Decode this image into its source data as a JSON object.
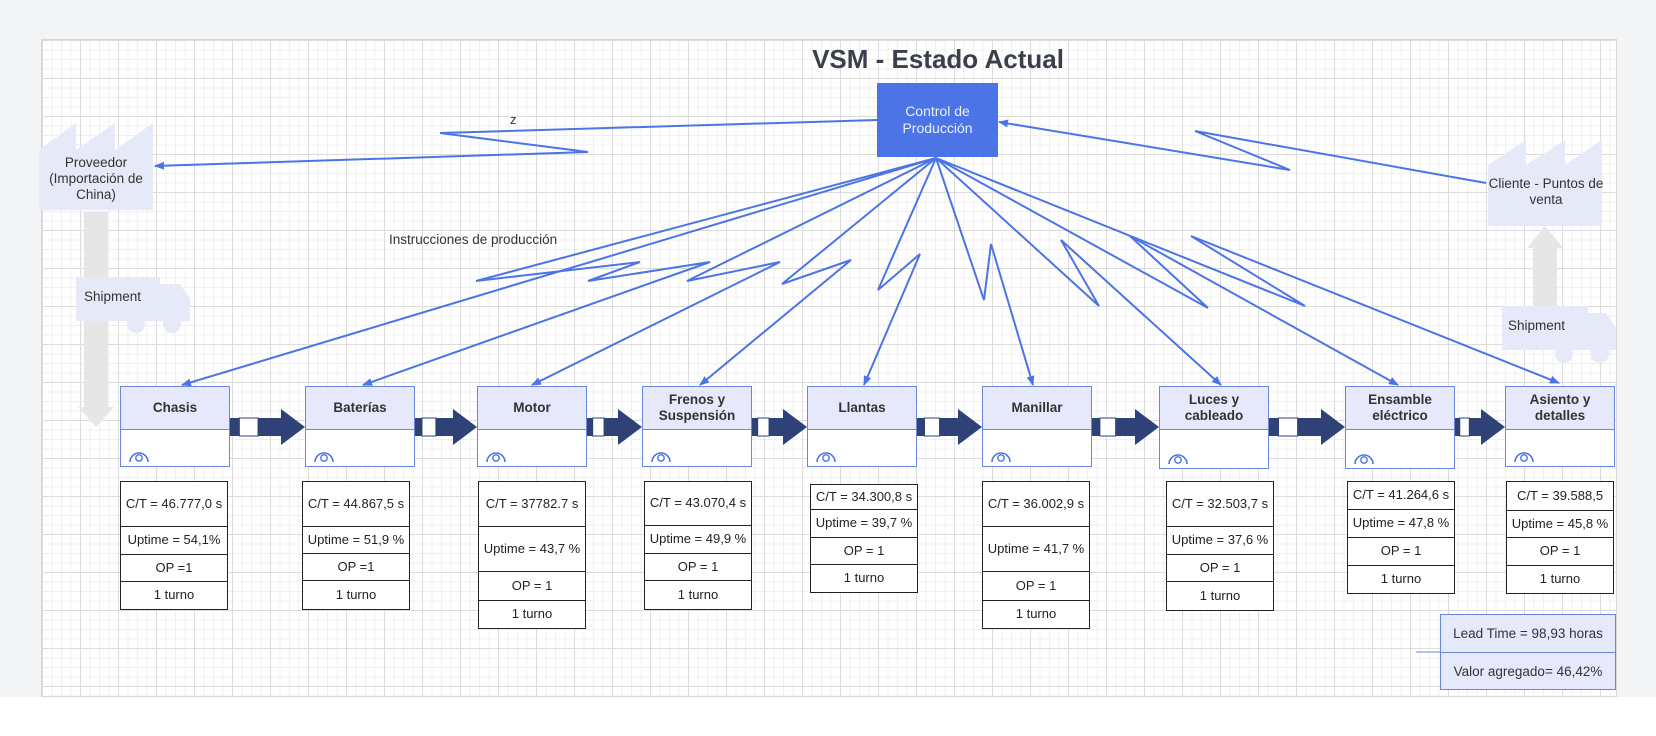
{
  "title": "VSM - Estado Actual",
  "control": {
    "label_line1": "Control de",
    "label_line2": "Producción"
  },
  "supplier": {
    "label": "Proveedor (Importación de China)"
  },
  "customer": {
    "label": "Cliente - Puntos de venta"
  },
  "shipment_left": "Shipment",
  "shipment_right": "Shipment",
  "z_label": "z",
  "instructions_label": "Instrucciones de producción",
  "processes": [
    {
      "name": "Chasis",
      "data": [
        "C/T = 46.777,0 s",
        "Uptime = 54,1%",
        "OP =1",
        "1 turno"
      ]
    },
    {
      "name": "Baterías",
      "data": [
        "C/T = 44.867,5 s",
        "Uptime = 51,9 %",
        "OP =1",
        "1 turno"
      ]
    },
    {
      "name": "Motor",
      "data": [
        "C/T = 37782.7 s",
        "Uptime = 43,7 %",
        "OP = 1",
        "1 turno"
      ]
    },
    {
      "name": "Frenos y Suspensión",
      "data": [
        "C/T = 43.070,4 s",
        "Uptime = 49,9 %",
        "OP = 1",
        "1 turno"
      ]
    },
    {
      "name": "Llantas",
      "data": [
        "C/T = 34.300,8 s",
        "Uptime = 39,7 %",
        "OP = 1",
        "1 turno"
      ]
    },
    {
      "name": "Manillar",
      "data": [
        "C/T = 36.002,9 s",
        "Uptime = 41,7 %",
        "OP = 1",
        "1 turno"
      ]
    },
    {
      "name": "Luces y cableado",
      "data": [
        "C/T =  32.503,7 s",
        "Uptime = 37,6 %",
        "OP = 1",
        "1 turno"
      ]
    },
    {
      "name": "Ensamble eléctrico",
      "data": [
        "C/T = 41.264,6 s",
        "Uptime = 47,8 %",
        "OP = 1",
        "1 turno"
      ]
    },
    {
      "name": "Asiento y detalles",
      "data": [
        "C/T = 39.588,5",
        "Uptime = 45,8 %",
        "OP = 1",
        "1 turno"
      ]
    }
  ],
  "summary": {
    "lead_time": "Lead Time =  98,93 horas",
    "value_added": "Valor agregado=  46,42%"
  },
  "colors": {
    "accent": "#4c74e6",
    "process_header": "#e5e9fb",
    "push_arrow": "#2f4278",
    "light_gray": "#e6e6e6"
  }
}
